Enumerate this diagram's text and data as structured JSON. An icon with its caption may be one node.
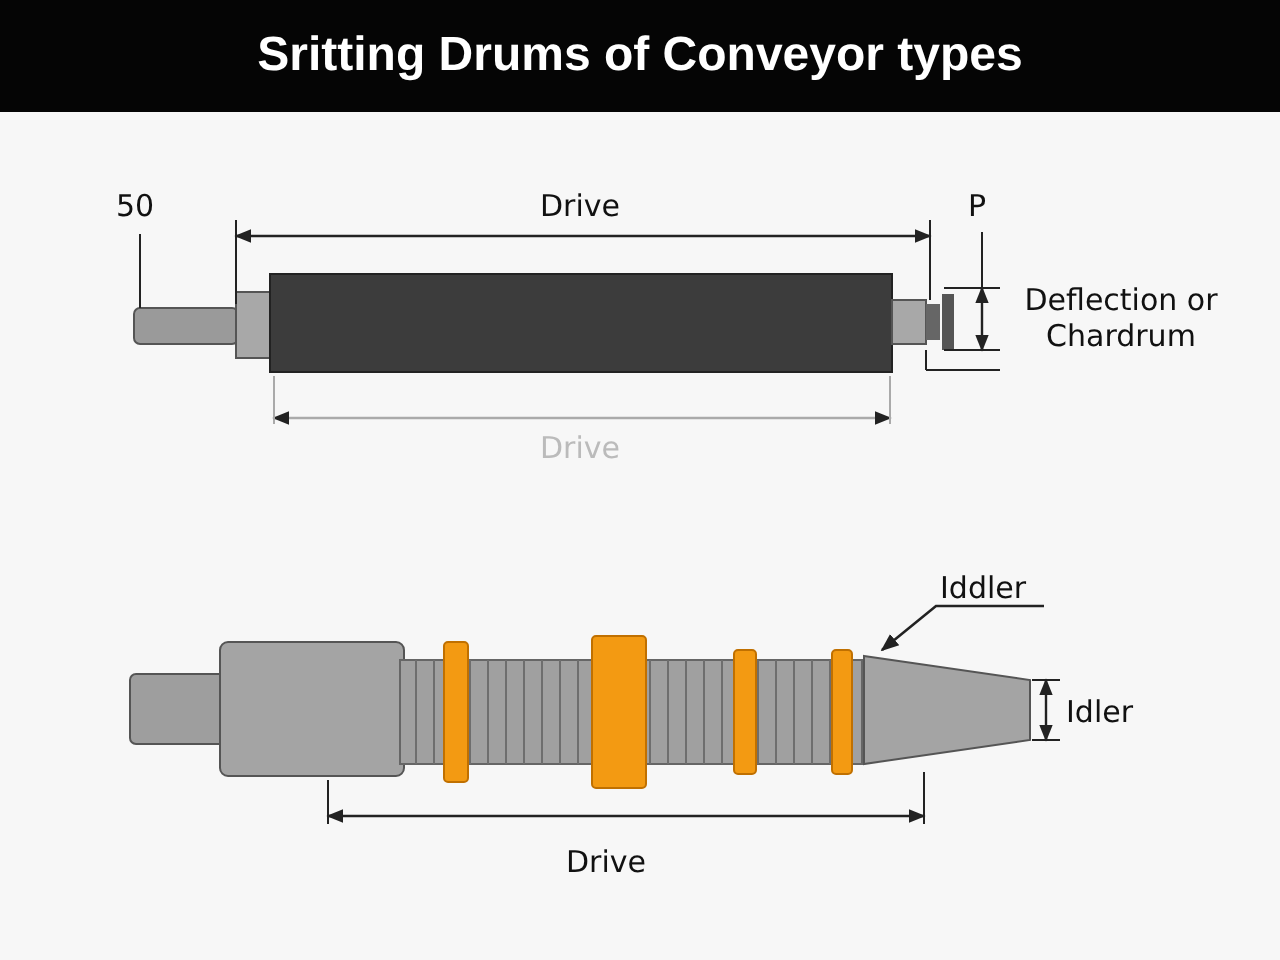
{
  "diagram": {
    "title": "Sritting **Drums** of Conveyor types",
    "nodes": [
      {
        "text": [
          "Iddler"
        ]
      },
      {
        "text": [],
        "shape": "cone"
      }
    ],
    "edges": [
      {
        "from": 0,
        "to": 1,
        "arrow": "to"
      }
    ],
    "labels": [
      "50",
      "Drive",
      "P",
      "Deflection or Chardrum",
      "Drive",
      "Idler",
      "Drive"
    ]
  }
}
